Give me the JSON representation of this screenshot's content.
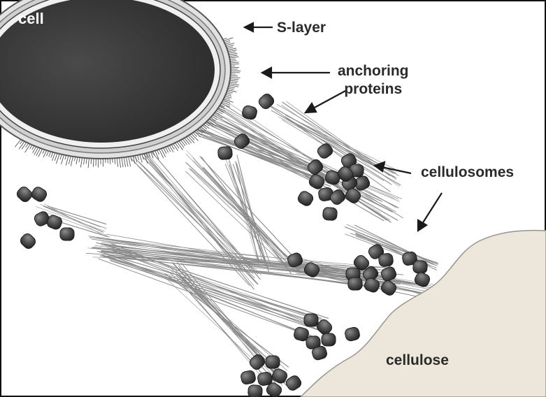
{
  "labels": {
    "cell": "cell",
    "s_layer": "S-layer",
    "anchoring_line1": "anchoring",
    "anchoring_line2": "proteins",
    "cellulosomes": "cellulosomes",
    "cellulose": "cellulose"
  },
  "colors": {
    "cell_fill": "#3c3c3c",
    "cell_wall": "#d8d8d8",
    "cellulose_fill": "#ece7da",
    "cellulosome": "#555555",
    "fiber": "#8a8a8a",
    "text": "#2a2a2a"
  }
}
